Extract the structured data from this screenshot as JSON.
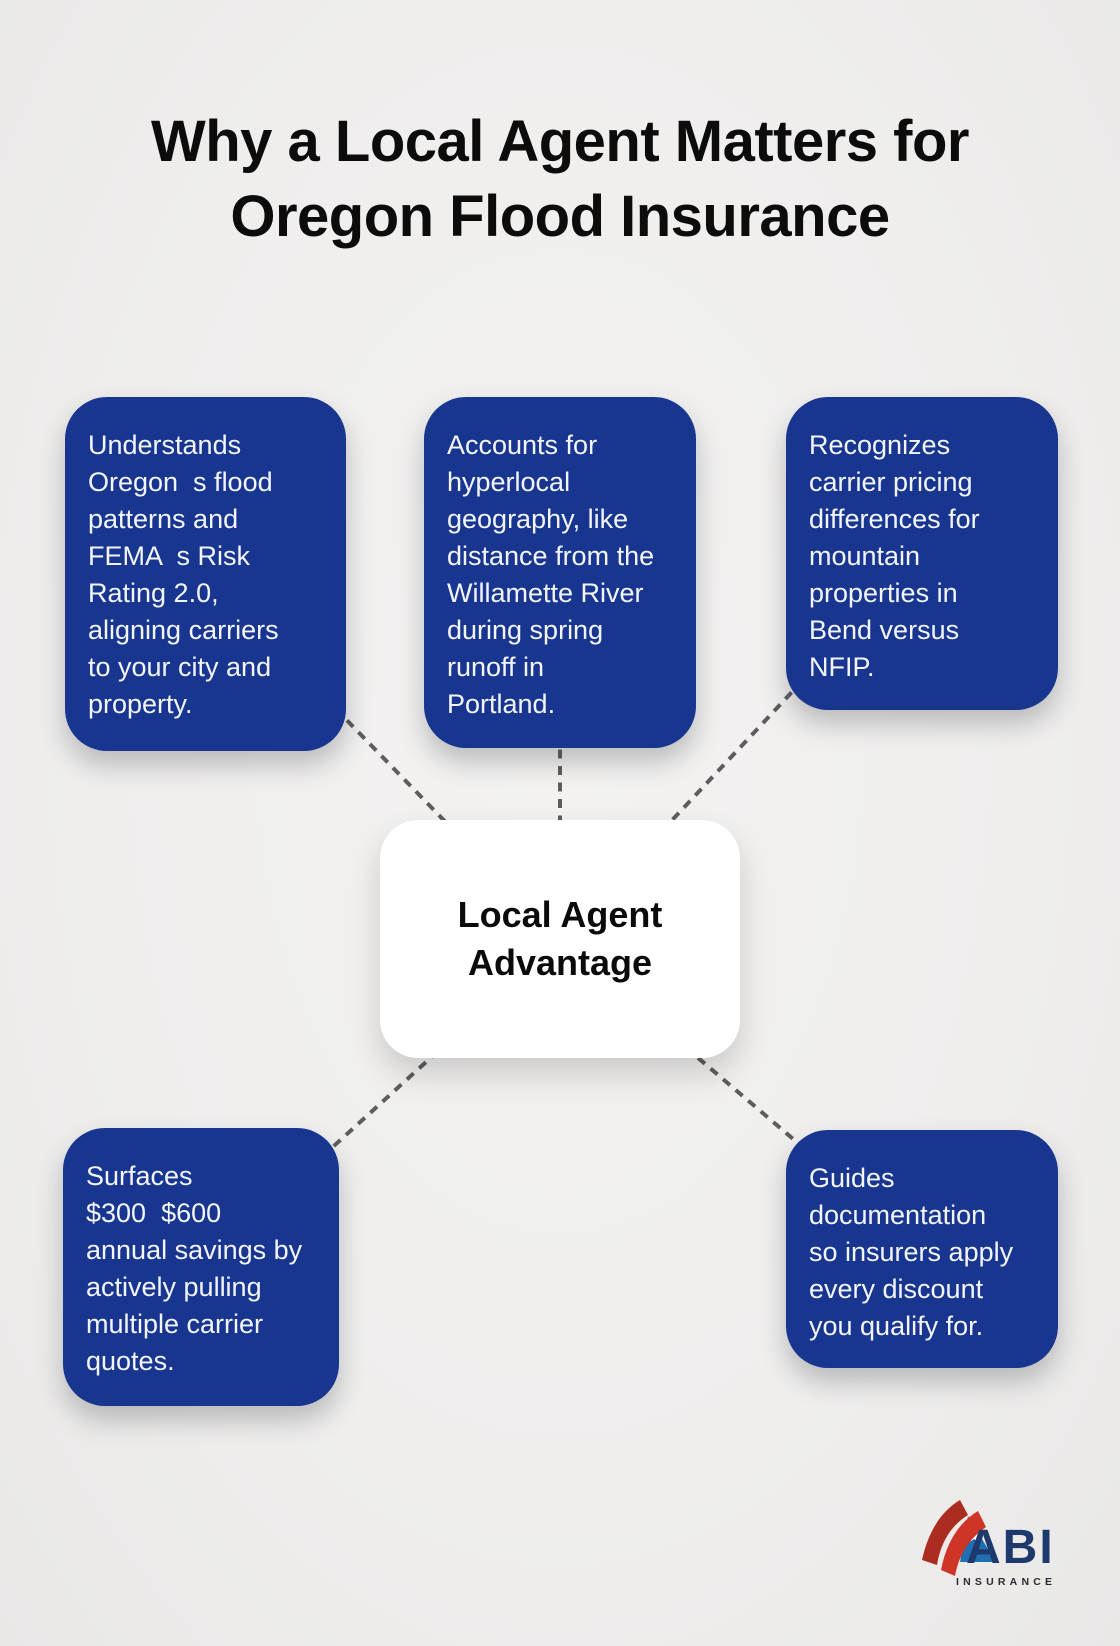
{
  "title": "Why a Local Agent Matters for\nOregon Flood Insurance",
  "center": {
    "label": "Local Agent\nAdvantage"
  },
  "cards": [
    {
      "id": "flood-patterns",
      "text": "Understands\nOregon  s flood\npatterns and\nFEMA  s Risk\nRating 2.0,\naligning carriers\nto your city and\nproperty."
    },
    {
      "id": "hyperlocal-geography",
      "text": "Accounts for\nhyperlocal\ngeography, like\ndistance from the\nWillamette River\nduring spring\nrunoff in\nPortland."
    },
    {
      "id": "carrier-pricing",
      "text": "Recognizes\ncarrier pricing\ndifferences for\nmountain\nproperties in\nBend versus\nNFIP."
    },
    {
      "id": "annual-savings",
      "text": "Surfaces\n$300  $600\nannual savings by\nactively pulling\nmultiple carrier\nquotes."
    },
    {
      "id": "documentation-discounts",
      "text": "Guides\ndocumentation\nso insurers apply\nevery discount\nyou qualify for."
    }
  ],
  "logo": {
    "name": "ABI",
    "subtext": "INSURANCE"
  },
  "colors": {
    "background": "#f0efee",
    "card_blue": "#18368F",
    "card_text": "#f3f5fb",
    "connector_gray": "#5d5d5d",
    "title_black": "#0c0c0c",
    "logo_navy": "#1e3a6d",
    "logo_red": "#cf3527",
    "logo_red_dark": "#ab2d1f",
    "logo_flag_blue": "#1f6fb2"
  }
}
